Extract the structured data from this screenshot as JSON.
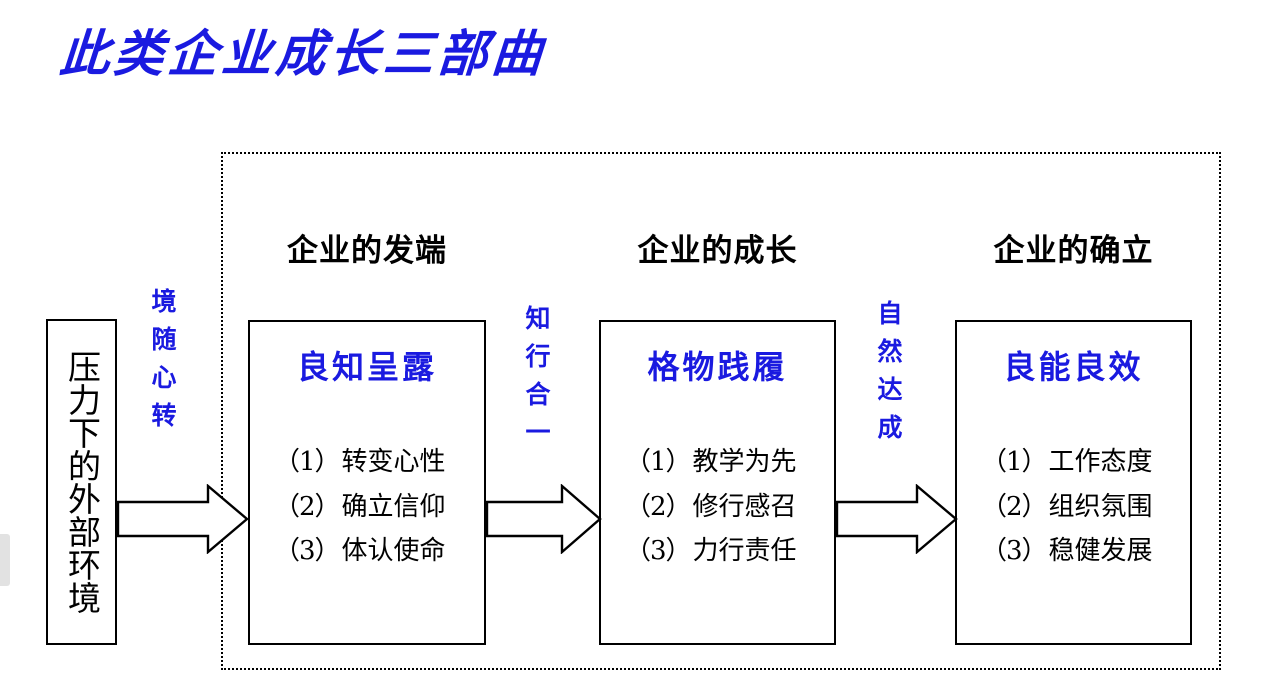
{
  "slide": {
    "title": "此类企业成长三部曲",
    "title_color": "#1A1AE0",
    "accent_blue": "#1A1AE0",
    "text_black": "#000000",
    "background": "#FFFFFF"
  },
  "input_box": {
    "label": "压力下的外部环境"
  },
  "arrows": [
    {
      "name": "arrow-input-to-stage1",
      "caption": "境随心转"
    },
    {
      "name": "arrow-stage1-to-stage2",
      "caption": "知行合一"
    },
    {
      "name": "arrow-stage2-to-stage3",
      "caption": "自然达成"
    }
  ],
  "stages": [
    {
      "heading": "企业的发端",
      "title": "良知呈露",
      "items": [
        {
          "num": "（1）",
          "text": "转变心性"
        },
        {
          "num": "（2）",
          "text": "确立信仰"
        },
        {
          "num": "（3）",
          "text": "体认使命"
        }
      ]
    },
    {
      "heading": "企业的成长",
      "title": "格物践履",
      "items": [
        {
          "num": "（1）",
          "text": "教学为先"
        },
        {
          "num": "（2）",
          "text": "修行感召"
        },
        {
          "num": "（3）",
          "text": "力行责任"
        }
      ]
    },
    {
      "heading": "企业的确立",
      "title": "良能良效",
      "items": [
        {
          "num": "（1）",
          "text": "工作态度"
        },
        {
          "num": "（2）",
          "text": "组织氛围"
        },
        {
          "num": "（3）",
          "text": "稳健发展"
        }
      ]
    }
  ]
}
